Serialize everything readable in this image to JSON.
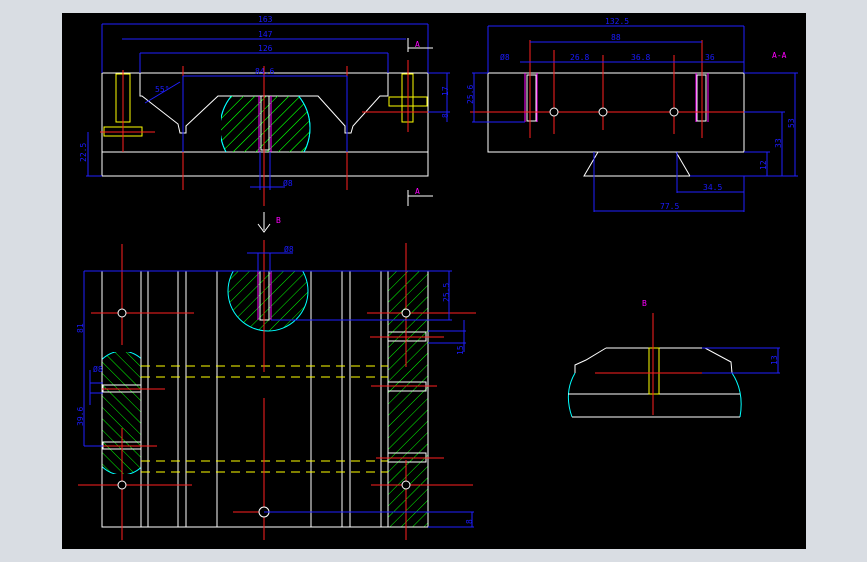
{
  "colors": {
    "background": "#000000",
    "outline": "#ffffff",
    "centerline": "#ff2020",
    "dimension": "#2020ff",
    "hidden": "#ffff00",
    "hatch": "#00ff00",
    "section_label": "#ff00ff",
    "arc": "#00ffff"
  },
  "front_view": {
    "dims": [
      "163",
      "147",
      "126",
      "84.6",
      "55°",
      "17",
      "8",
      "22.5",
      "Ø8"
    ],
    "section_marks": [
      "A",
      "A"
    ]
  },
  "section_view": {
    "title": "A-A",
    "dims": [
      "132.5",
      "88",
      "Ø8",
      "26.8",
      "36.8",
      "36",
      "25.6",
      "33",
      "53",
      "12",
      "34.5",
      "77.5"
    ]
  },
  "top_view": {
    "view_arrow": "B",
    "dims": [
      "Ø8",
      "81",
      "25.5",
      "15",
      "Ø8",
      "39.6",
      "8"
    ]
  },
  "aux_view": {
    "title": "B",
    "dims": [
      "13"
    ]
  }
}
